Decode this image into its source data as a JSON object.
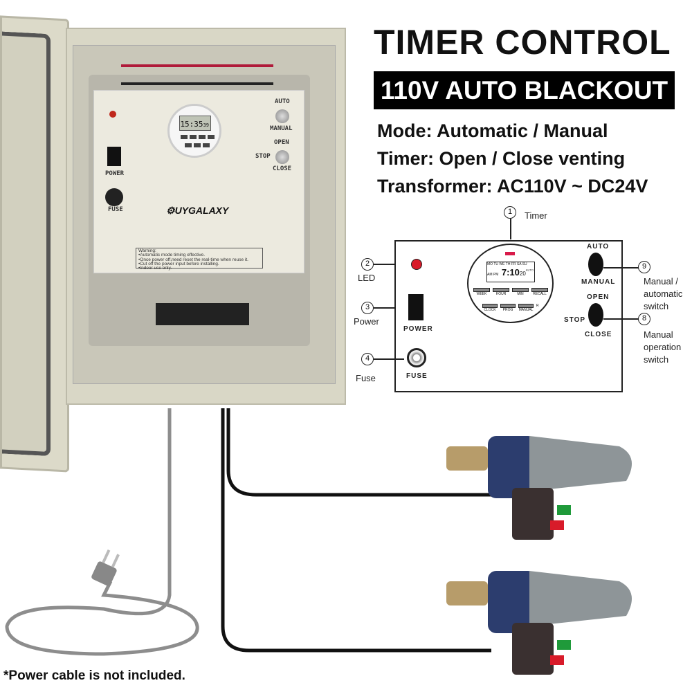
{
  "headline": {
    "title": "TIMER CONTROL",
    "banner": "110V AUTO BLACKOUT",
    "specs": [
      "Mode: Automatic / Manual",
      "Timer: Open / Close venting",
      "Transformer: AC110V ~ DC24V"
    ]
  },
  "photo": {
    "brand": "UYGALAXY",
    "timer_display": "15:35",
    "timer_seconds": "39",
    "panel_labels": {
      "power": "POWER",
      "fuse": "FUSE",
      "auto": "AUTO",
      "manual": "MANUAL",
      "open": "OPEN",
      "stop": "STOP",
      "close": "CLOSE"
    },
    "warning": {
      "heading": "Warning:",
      "lines": [
        "•Automatic mode timing effective.",
        "•Once power off,need reset the real-time when reuse it.",
        "•Cut off the power input before installing.",
        "•Indoor use only."
      ]
    }
  },
  "diagram": {
    "callouts": [
      {
        "num": "1",
        "label": "Timer"
      },
      {
        "num": "2",
        "label": "LED"
      },
      {
        "num": "3",
        "label": "Power"
      },
      {
        "num": "4",
        "label": "Fuse"
      },
      {
        "num": "9",
        "label": "Manual / automatic switch"
      },
      {
        "num": "8",
        "label": "Manual operation switch"
      }
    ],
    "timer": {
      "days": "MO TU WE TH FR SA SU",
      "ampm": "AM PM",
      "time": "7:10",
      "seconds": "20",
      "auto": "AUTO",
      "row1": [
        "WEEK",
        "HOUR",
        "MIN",
        "RECALL"
      ],
      "row2": [
        "CLOCK",
        "PROG",
        "MANUAL"
      ],
      "reset": "R"
    },
    "labels": {
      "power": "POWER",
      "fuse": "FUSE",
      "auto": "AUTO",
      "manual": "MANUAL",
      "open": "OPEN",
      "stop": "STOP",
      "close": "CLOSE"
    }
  },
  "footnote": "*Power cable is not included.",
  "colors": {
    "led": "#d81b2a",
    "motor_body": "#8e9598",
    "motor_blue": "#2c3d6e",
    "banner": "#000000"
  }
}
